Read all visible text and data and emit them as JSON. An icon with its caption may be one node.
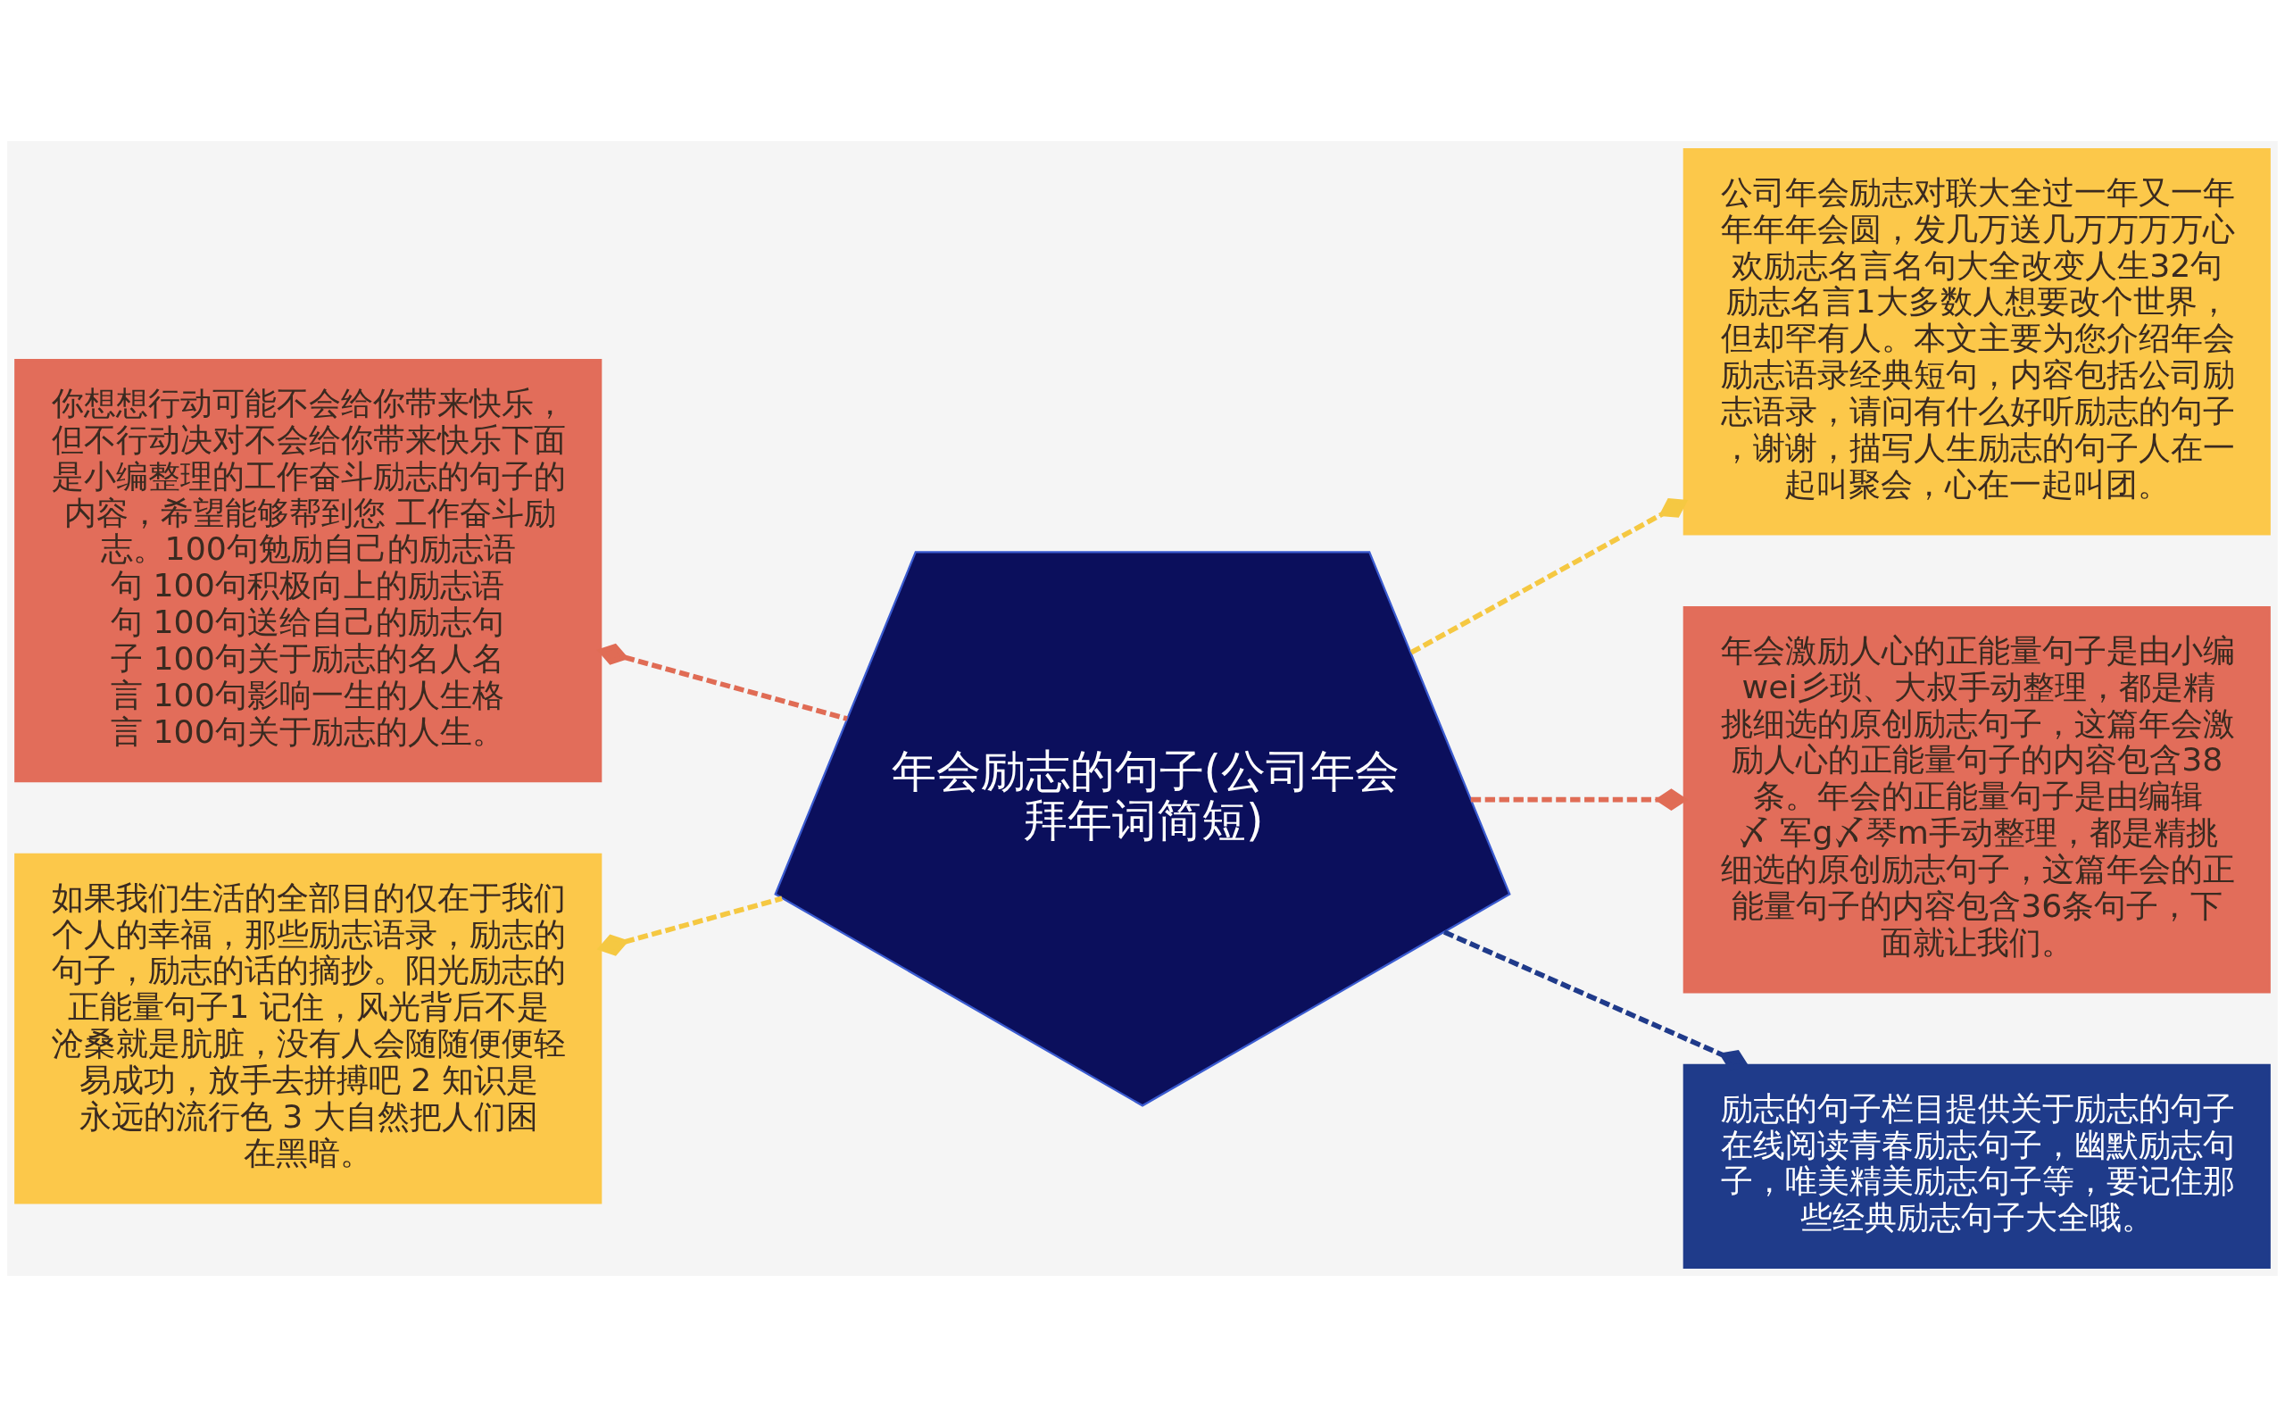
{
  "diagram": {
    "nodes": [
      {
        "text": [
          "年会励志的句子(公司年会拜年词简短)"
        ]
      },
      {
        "text": [
          "你想想行动可能不会给你带来快乐，但不行动决对不会给你带来快乐下面是小编整理的工作奋斗励志的句子的内容，希望能够帮到您 工作奋斗励志。100句勉励自己的励志语句 100句积极向上的励志语句 100句送给自己的励志句子 100句关于励志的名人名言 100句影响一生的人生格言 100句关于励志的人生。"
        ]
      },
      {
        "text": [
          "如果我们生活的全部目的仅在于我们个人的幸福，那些励志语录，励志的句子，励志的话的摘抄。阳光励志的正能量句子1 记住，风光背后不是沧桑就是肮脏，没有人会随随便便轻易成功，放手去拼搏吧 2 知识是永远的流行色 3 大自然把人们困在黑暗。"
        ]
      },
      {
        "text": [
          "公司年会励志对联大全过一年又一年年年年会圆，发几万送几万万万万心欢励志名言名句大全改变人生32句励志名言1大多数人想要改个世界，但却罕有人。本文主要为您介绍年会励志语录经典短句，内容包括公司励志语录，请问有什么好听励志的句子，谢谢，描写人生励志的句子人在一起叫聚会，心在一起叫团。"
        ]
      },
      {
        "text": [
          "年会激励人心的正能量句子是由小编wei彡琐、大叔手动整理，都是精挑细选的原创励志句子，这篇年会激励人心的正能量句子的内容包含38条。年会的正能量句子是由编辑〆 军g〆琴m手动整理，都是精挑细选的原创励志句子，这篇年会的正能量句子的内容包含36条句子，下面就让我们。"
        ]
      },
      {
        "text": [
          "励志的句子栏目提供关于励志的句子在线阅读青春励志句子，幽默励志句子，唯美精美励志句子等，要记住那些经典励志句子大全哦。"
        ]
      }
    ],
    "edges": [
      {
        "from": 0,
        "to": 1,
        "arrow": "other",
        "style": "dashed",
        "color": "#e06c55"
      },
      {
        "from": 0,
        "to": 2,
        "arrow": "other",
        "style": "dashed",
        "color": "#f5c842"
      },
      {
        "from": 0,
        "to": 3,
        "arrow": "other",
        "style": "dashed",
        "color": "#f5c842"
      },
      {
        "from": 0,
        "to": 4,
        "arrow": "other",
        "style": "dashed",
        "color": "#e06c55"
      },
      {
        "from": 0,
        "to": 5,
        "arrow": "other",
        "style": "dashed",
        "color": "#1f3a8a"
      }
    ]
  }
}
